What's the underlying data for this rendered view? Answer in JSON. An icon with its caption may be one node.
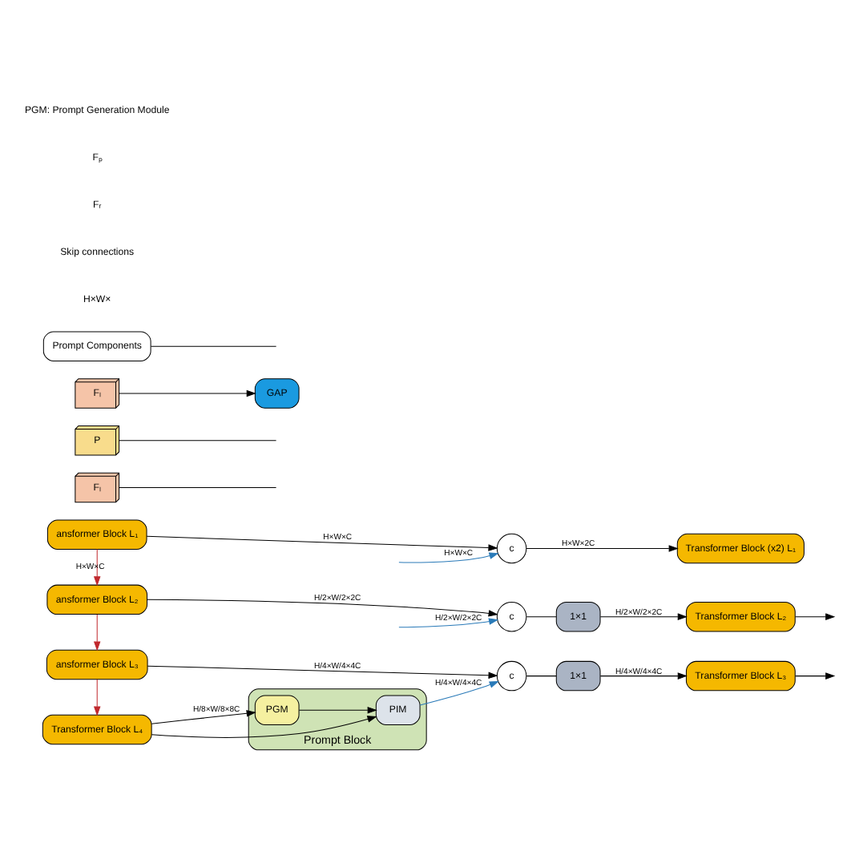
{
  "diagram": {
    "nodes": [
      {
        "text": [
          "ansformer Block L₁"
        ]
      },
      {
        "text": [
          "ansformer Block L₂"
        ]
      },
      {
        "text": [
          "ansformer Block L₃"
        ]
      },
      {
        "text": [
          "Transformer Block L₄"
        ]
      },
      {
        "text": [
          "c"
        ]
      },
      {
        "text": [
          "Transformer Block (x2) L₁"
        ]
      },
      {
        "text": [
          "c"
        ]
      },
      {
        "text": [
          "1×1"
        ]
      },
      {
        "text": [
          "Transformer Block L₂"
        ]
      },
      {
        "text": [
          "c"
        ]
      },
      {
        "text": [
          "1×1"
        ]
      },
      {
        "text": [
          "Transformer Block L₃"
        ]
      },
      {
        "text": [
          "Prompt Block"
        ]
      },
      {
        "text": [
          "PGM"
        ],
        "in": 12
      },
      {
        "text": [
          "PIM"
        ],
        "in": 12
      },
      {
        "text": [
          "Fₗ"
        ]
      },
      {
        "text": [
          "P"
        ]
      },
      {
        "text": [
          "Fₗ"
        ]
      },
      {
        "text": [
          "GAP"
        ]
      },
      {
        "text": [
          "Prompt Components"
        ]
      }
    ],
    "edges": [
      {
        "from": 0,
        "to": 4,
        "arrow": "to",
        "label": "H×W×C"
      },
      {
        "from": 4,
        "to": 5,
        "arrow": "to",
        "label": "H×W×2C"
      },
      {
        "from": 0,
        "to": 1,
        "arrow": "to",
        "label": "H×W×C",
        "color": "#c0282d"
      },
      {
        "from": 1,
        "to": 6,
        "arrow": "to",
        "label": "H/2×W/2×2C"
      },
      {
        "from": 6,
        "to": 7,
        "arrow": "none"
      },
      {
        "from": 7,
        "to": 8,
        "arrow": "to",
        "label": "H/2×W/2×2C"
      },
      {
        "from": 1,
        "to": 2,
        "arrow": "to",
        "color": "#c0282d"
      },
      {
        "from": 2,
        "to": 9,
        "arrow": "to",
        "label": "H/4×W/4×4C"
      },
      {
        "from": 9,
        "to": 10,
        "arrow": "none"
      },
      {
        "from": 10,
        "to": 11,
        "arrow": "to",
        "label": "H/4×W/4×4C"
      },
      {
        "from": 2,
        "to": 3,
        "arrow": "to",
        "color": "#c0282d"
      },
      {
        "from": 3,
        "to": 13,
        "arrow": "to",
        "label": "H/8×W/8×8C"
      },
      {
        "from": 13,
        "to": 14,
        "arrow": "to"
      },
      {
        "from": 3,
        "to": 14,
        "arrow": "to"
      },
      {
        "from": 14,
        "to": 9,
        "arrow": "to",
        "label": "H/4×W/4×4C",
        "color": "#2a7ab8"
      },
      {
        "from": null,
        "to": 4,
        "arrow": "to",
        "label": "H×W×C",
        "color": "#2a7ab8"
      },
      {
        "from": null,
        "to": 6,
        "arrow": "to",
        "label": "H/2×W/2×2C",
        "color": "#2a7ab8"
      },
      {
        "from": 8,
        "to": null,
        "arrow": "to"
      },
      {
        "from": 11,
        "to": null,
        "arrow": "to"
      },
      {
        "from": 17,
        "to": 18,
        "arrow": "to"
      },
      {
        "from": 15,
        "to": null,
        "arrow": "none"
      },
      {
        "from": 16,
        "to": null,
        "arrow": "none"
      },
      {
        "from": 19,
        "to": null,
        "arrow": "none"
      }
    ],
    "labels": [
      "H×W×",
      "Skip connections",
      "Fᵣ",
      "Fₚ",
      "PGM: Prompt Generation Module"
    ]
  }
}
